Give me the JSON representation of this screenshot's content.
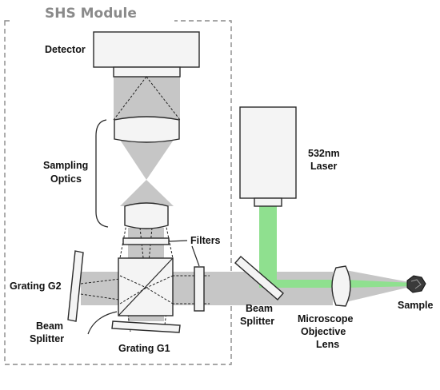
{
  "module_title": "SHS Module",
  "labels": {
    "detector": "Detector",
    "sampling_optics_line1": "Sampling",
    "sampling_optics_line2": "Optics",
    "filters": "Filters",
    "grating_g2": "Grating G2",
    "grating_g1": "Grating G1",
    "beam_splitter_left_line1": "Beam",
    "beam_splitter_left_line2": "Splitter",
    "beam_splitter_right_line1": "Beam",
    "beam_splitter_right_line2": "Splitter",
    "laser_line1": "532nm",
    "laser_line2": "Laser",
    "objective_line1": "Microscope",
    "objective_line2": "Objective",
    "objective_line3": "Lens",
    "sample": "Sample"
  },
  "colors": {
    "beam_gray": "#c6c6c6",
    "laser_green": "#8fe08f",
    "component_fill": "#f4f4f4",
    "outline": "#2a2a2a",
    "dashed_border": "#8a8a8a"
  }
}
